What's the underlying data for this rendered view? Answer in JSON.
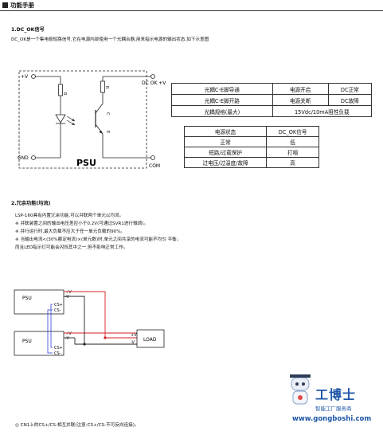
{
  "header": {
    "title": "功能手册"
  },
  "section1": {
    "title": "1.DC_OK信号",
    "description": "DC_OK是一个集电极短路信号,它在电源内部使用一个光耦合器,用来指示电源的输出状态,如下示意图"
  },
  "circuit": {
    "labels": {
      "vplus": "+V",
      "gnd": "GND",
      "dcok": "DC OK +V",
      "com": "COM",
      "psu": "PSU",
      "r_left": "R",
      "r_right": "R",
      "c": "C",
      "e": "E"
    }
  },
  "optocoupler_table": {
    "rows": [
      [
        "光耦C-E脚导通",
        "电源开启",
        "DC正常"
      ],
      [
        "光耦C-E脚开路",
        "电源关断",
        "DC故障"
      ],
      [
        "光耦规格(最大)",
        "15Vdc/10mA阻性负载"
      ]
    ]
  },
  "status_table": {
    "headers": [
      "电源状态",
      "DC_OK信号"
    ],
    "rows": [
      [
        "正常",
        "低"
      ],
      [
        "短路/过载保护",
        "打嗝"
      ],
      [
        "过电压/过温度/故障",
        "高"
      ]
    ]
  },
  "section2": {
    "title": "2.冗余功能(均流)",
    "lines": [
      "LSP-160具有内置冗余功能,可以并联两个单元以均流。",
      "※ 并联装置之间的输出电压差应小于0.2V(可通过SVR1进行微调)。",
      "※ 并行运行时,最大负载不应大于任一单元负载的90%。",
      "※ 当输出电流<(30%额定电流)×(单元数)时,单元之间共享的电流可能不均匀  平衡。",
      "   而且LED指示灯可能会闪烁其中之一,但不影响正常工作。"
    ]
  },
  "parallel": {
    "labels": {
      "psu1": "PSU",
      "psu2": "PSU",
      "vplus": "+V",
      "vminus": "-V",
      "csplus": "CS+",
      "csminus": "CS-",
      "load": "LOAD",
      "load_plus": "+V",
      "load_minus": "-V"
    },
    "colors": {
      "positive": "#d42020",
      "sense": "#2b3fd6",
      "wire": "#222222"
    }
  },
  "footer": {
    "note": "◎ CN1上的CS+/CS-相互并联(注意:CS+/CS-不可反向连接)。"
  },
  "watermark": {
    "brand": "工博士",
    "slogan": "智能工厂服务商",
    "url": "www.gongboshi.com"
  }
}
